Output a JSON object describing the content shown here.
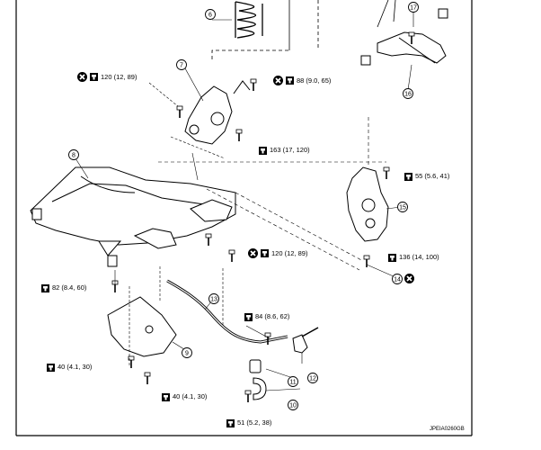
{
  "image_code": "JPEIA0260GB",
  "callouts": [
    "6",
    "7",
    "8",
    "9",
    "10",
    "11",
    "12",
    "13",
    "14",
    "15",
    "16",
    "17"
  ],
  "torque_specs": [
    "120 (12, 89)",
    "88 (9.0, 65)",
    "163 (17, 120)",
    "55 (5.6, 41)",
    "120 (12, 89)",
    "136 (14, 100)",
    "82 (8.4, 60)",
    "84 (8.6, 62)",
    "40 (4.1, 30)",
    "40 (4.1, 30)",
    "51 (5.2, 38)"
  ],
  "icons": {
    "torque": "torque-wrench-icon",
    "non_reusable": "non-reusable-part-icon"
  }
}
